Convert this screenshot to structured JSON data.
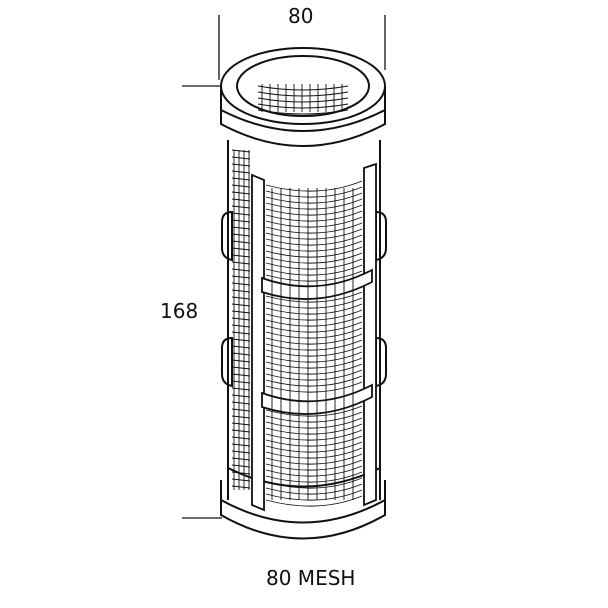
{
  "dimensions": {
    "width_text": "80",
    "height_text": "168"
  },
  "caption": "80 MESH",
  "colors": {
    "line": "#111111",
    "background": "#ffffff"
  }
}
